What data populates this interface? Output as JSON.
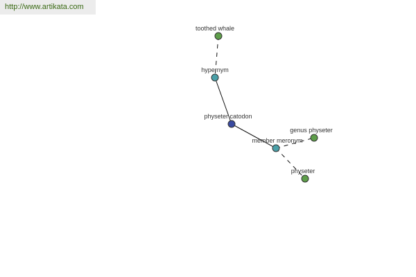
{
  "watermark": {
    "text": "http://www.artikata.com"
  },
  "colors": {
    "word_node": "#5e9e4a",
    "relation_node": "#4aa0a8",
    "center_node": "#3a4aa0",
    "node_stroke": "#333333",
    "edge": "#111111"
  },
  "graph": {
    "nodes": [
      {
        "id": "toothed-whale",
        "label": "toothed whale",
        "kind": "word"
      },
      {
        "id": "hypernym",
        "label": "hypernym",
        "kind": "relation"
      },
      {
        "id": "physeter-catodon",
        "label": "physeter catodon",
        "kind": "center"
      },
      {
        "id": "member-meronym",
        "label": "member meronym",
        "kind": "relation"
      },
      {
        "id": "genus-physeter",
        "label": "genus physeter",
        "kind": "word"
      },
      {
        "id": "physeter",
        "label": "physeter",
        "kind": "word"
      }
    ],
    "edges": [
      {
        "from": "toothed-whale",
        "to": "hypernym",
        "style": "dashed"
      },
      {
        "from": "hypernym",
        "to": "physeter-catodon",
        "style": "solid"
      },
      {
        "from": "physeter-catodon",
        "to": "member-meronym",
        "style": "solid"
      },
      {
        "from": "member-meronym",
        "to": "genus-physeter",
        "style": "dashed"
      },
      {
        "from": "member-meronym",
        "to": "physeter",
        "style": "dashed"
      }
    ]
  }
}
